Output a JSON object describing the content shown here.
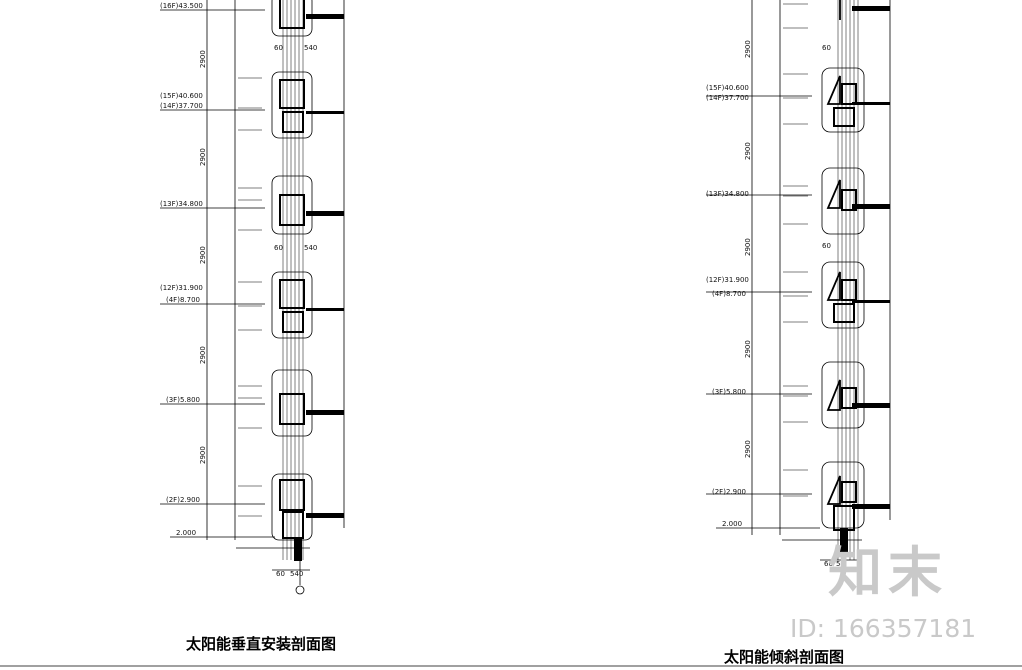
{
  "left_section": {
    "title": "太阳能垂直安装剖面图",
    "levels": [
      {
        "label": "(16F)43.500"
      },
      {
        "label": "(15F)40.600"
      },
      {
        "label": "(14F)37.700"
      },
      {
        "label": "(13F)34.800"
      },
      {
        "label": "(12F)31.900"
      },
      {
        "label": "(4F)8.700"
      },
      {
        "label": "(3F)5.800"
      },
      {
        "label": "(2F)2.900"
      },
      {
        "label": "2.000"
      }
    ],
    "storey_dims": [
      "2900",
      "2900",
      "2900",
      "2900",
      "2900"
    ],
    "bottom_dims": [
      "60",
      "540"
    ]
  },
  "right_section": {
    "title": "太阳能倾斜剖面图",
    "levels": [
      {
        "label": "(15F)40.600"
      },
      {
        "label": "(14F)37.700"
      },
      {
        "label": "(13F)34.800"
      },
      {
        "label": "(12F)31.900"
      },
      {
        "label": "(4F)8.700"
      },
      {
        "label": "(3F)5.800"
      },
      {
        "label": "(2F)2.900"
      },
      {
        "label": "2.000"
      }
    ],
    "storey_dims": [
      "2900",
      "2900",
      "2900",
      "2900",
      "2900"
    ],
    "bottom_dims": [
      "60",
      "54"
    ]
  },
  "watermark": {
    "logo": "知末",
    "id": "ID: 166357181"
  }
}
